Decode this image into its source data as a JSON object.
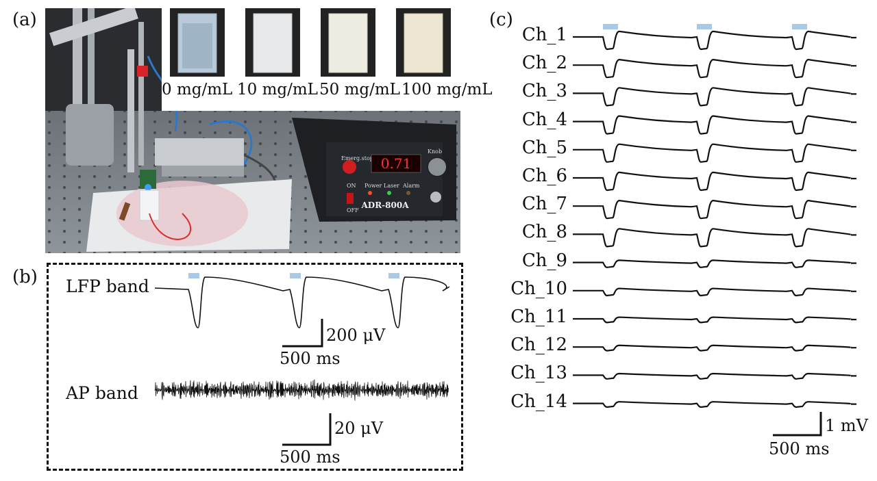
{
  "panels": {
    "a": {
      "label": "(a)"
    },
    "b": {
      "label": "(b)"
    },
    "c": {
      "label": "(c)"
    }
  },
  "photo": {
    "device_brand": "ADR-800A",
    "display_reading": "0.71",
    "emergency_label": "Emerg.stop",
    "knob_label": "Knob",
    "indicator_labels": [
      "Power",
      "Laser",
      "Alarm"
    ],
    "switch_labels": [
      "ON",
      "OFF"
    ]
  },
  "samples": [
    {
      "label": "0 mg/mL",
      "color": "#b9c9d8"
    },
    {
      "label": "10 mg/mL",
      "color": "#e6e8ea"
    },
    {
      "label": "50 mg/mL",
      "color": "#efece2"
    },
    {
      "label": "100 mg/mL",
      "color": "#ece6d2"
    }
  ],
  "panel_b": {
    "lfp_label": "LFP band",
    "ap_label": "AP band",
    "lfp_scale_voltage": "200 μV",
    "lfp_scale_time": "500 ms",
    "ap_scale_voltage": "20 μV",
    "ap_scale_time": "500 ms"
  },
  "panel_c": {
    "channels": [
      {
        "name": "Ch_1",
        "depth": 1.0
      },
      {
        "name": "Ch_2",
        "depth": 1.0
      },
      {
        "name": "Ch_3",
        "depth": 1.0
      },
      {
        "name": "Ch_4",
        "depth": 1.0
      },
      {
        "name": "Ch_5",
        "depth": 1.0
      },
      {
        "name": "Ch_6",
        "depth": 1.0
      },
      {
        "name": "Ch_7",
        "depth": 1.0
      },
      {
        "name": "Ch_8",
        "depth": 1.0
      },
      {
        "name": "Ch_9",
        "depth": 0.4
      },
      {
        "name": "Ch_10",
        "depth": 0.4
      },
      {
        "name": "Ch_11",
        "depth": 0.3
      },
      {
        "name": "Ch_12",
        "depth": 0.3
      },
      {
        "name": "Ch_13",
        "depth": 0.3
      },
      {
        "name": "Ch_14",
        "depth": 0.3
      }
    ],
    "scale_voltage": "1 mV",
    "scale_time": "500 ms"
  },
  "stim_color": "#a9c9e6"
}
